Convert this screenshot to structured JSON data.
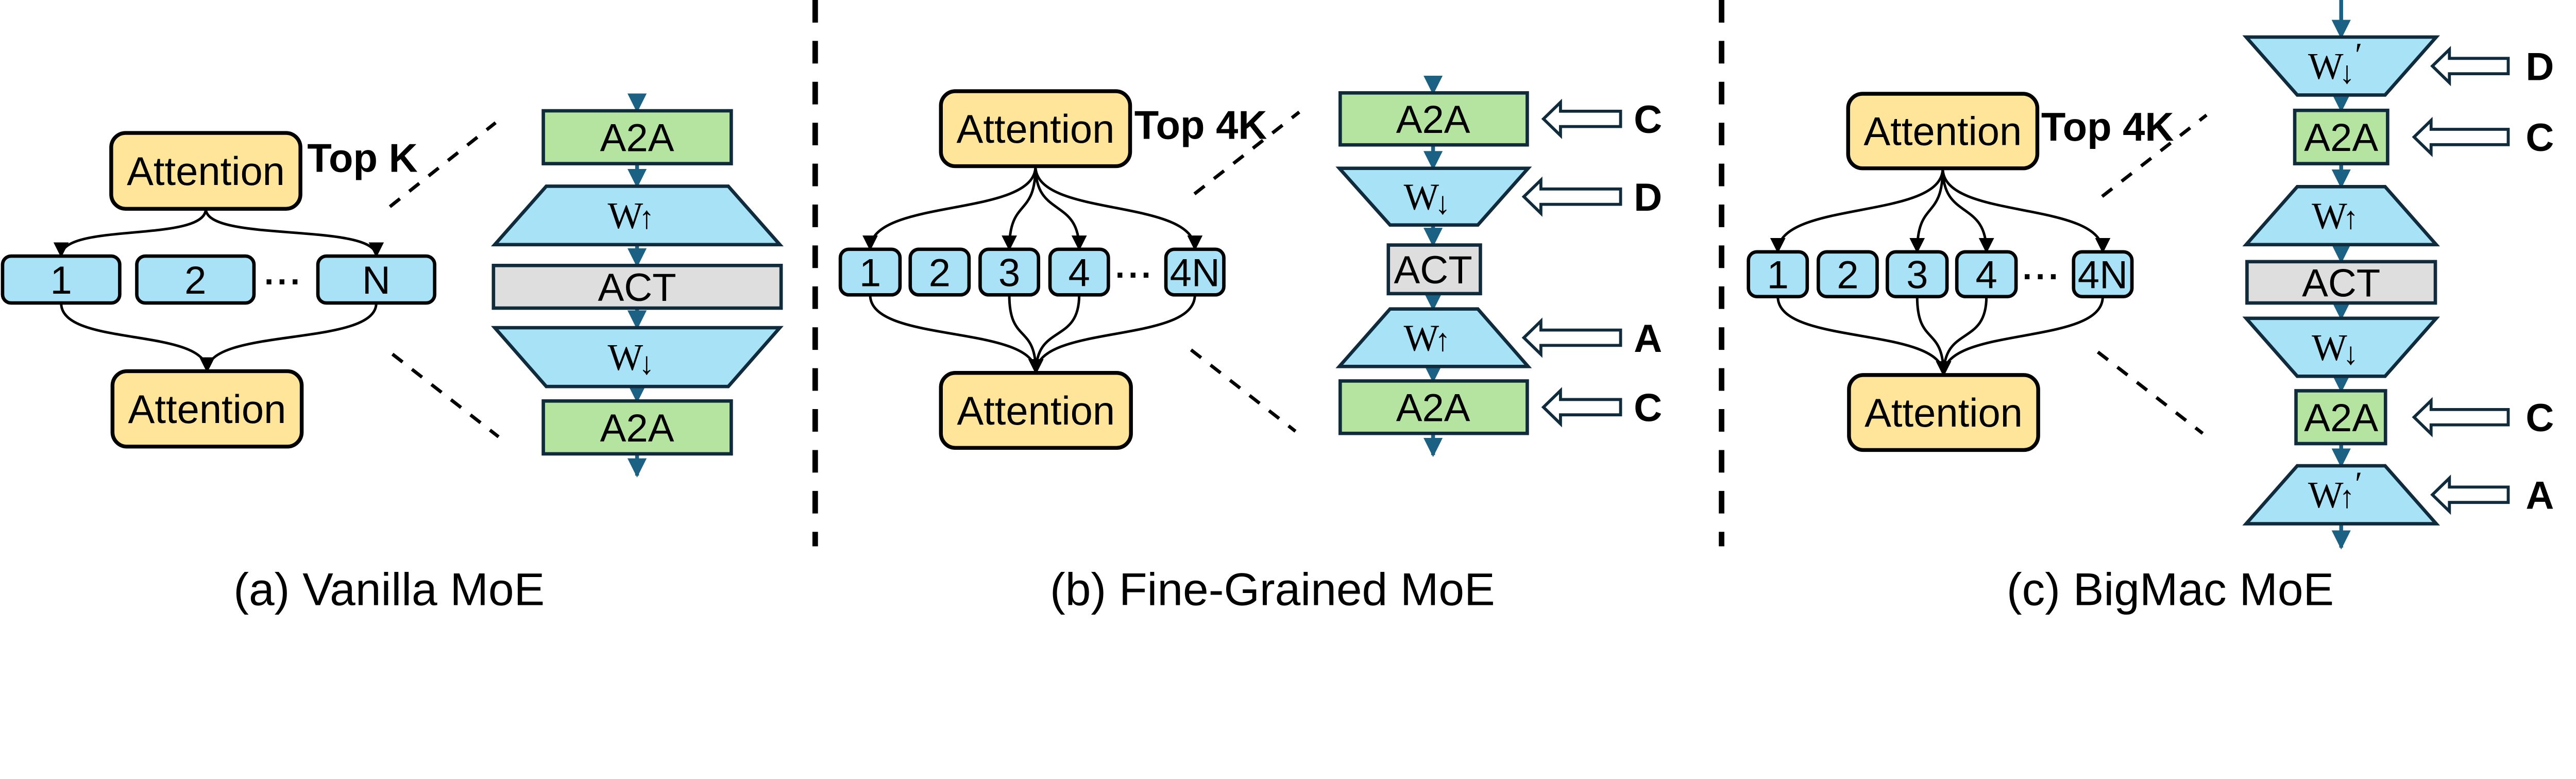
{
  "colors": {
    "attention_fill": "#FFE599",
    "expert_fill": "#A9E1F6",
    "weight_fill": "#A8E2F7",
    "a2a_fill": "#B4E4A0",
    "act_fill": "#DEDEDE",
    "block_stroke": "#0F2B3C",
    "flow_arrow": "#1B6184",
    "outline": "#000000"
  },
  "panels": [
    {
      "caption": "(a) Vanilla MoE",
      "routing_label": "Top K",
      "attention_top": "Attention",
      "attention_bottom": "Attention",
      "experts": [
        "1",
        "2",
        "N"
      ],
      "routed_experts": [
        0,
        2
      ],
      "ellipsis": "···",
      "column": [
        {
          "type": "a2a",
          "label": "A2A"
        },
        {
          "type": "w-up",
          "label": "W",
          "sub": "↑"
        },
        {
          "type": "act",
          "label": "ACT"
        },
        {
          "type": "w-down",
          "label": "W",
          "sub": "↓"
        },
        {
          "type": "a2a",
          "label": "A2A"
        }
      ]
    },
    {
      "caption": "(b) Fine-Grained MoE",
      "routing_label": "Top 4K",
      "attention_top": "Attention",
      "attention_bottom": "Attention",
      "experts": [
        "1",
        "2",
        "3",
        "4",
        "4N"
      ],
      "routed_experts": [
        0,
        2,
        3,
        4
      ],
      "ellipsis": "···",
      "column": [
        {
          "type": "a2a",
          "label": "A2A",
          "annotation": "C"
        },
        {
          "type": "w-down",
          "label": "W",
          "sub": "↓",
          "annotation": "D"
        },
        {
          "type": "act",
          "label": "ACT"
        },
        {
          "type": "w-up",
          "label": "W",
          "sub": "↑",
          "annotation": "A"
        },
        {
          "type": "a2a",
          "label": "A2A",
          "annotation": "C"
        }
      ]
    },
    {
      "caption": "(c) BigMac MoE",
      "routing_label": "Top 4K",
      "attention_top": "Attention",
      "attention_bottom": "Attention",
      "experts": [
        "1",
        "2",
        "3",
        "4",
        "4N"
      ],
      "routed_experts": [
        0,
        2,
        3,
        4
      ],
      "ellipsis": "···",
      "column": [
        {
          "type": "w-down",
          "label": "W",
          "sub": "↓",
          "prime": "′",
          "annotation": "D"
        },
        {
          "type": "a2a",
          "label": "A2A",
          "annotation": "C"
        },
        {
          "type": "w-up",
          "label": "W",
          "sub": "↑"
        },
        {
          "type": "act",
          "label": "ACT"
        },
        {
          "type": "w-down",
          "label": "W",
          "sub": "↓"
        },
        {
          "type": "a2a",
          "label": "A2A",
          "annotation": "C"
        },
        {
          "type": "w-up",
          "label": "W",
          "sub": "↑",
          "prime": "′",
          "annotation": "A"
        }
      ]
    }
  ]
}
